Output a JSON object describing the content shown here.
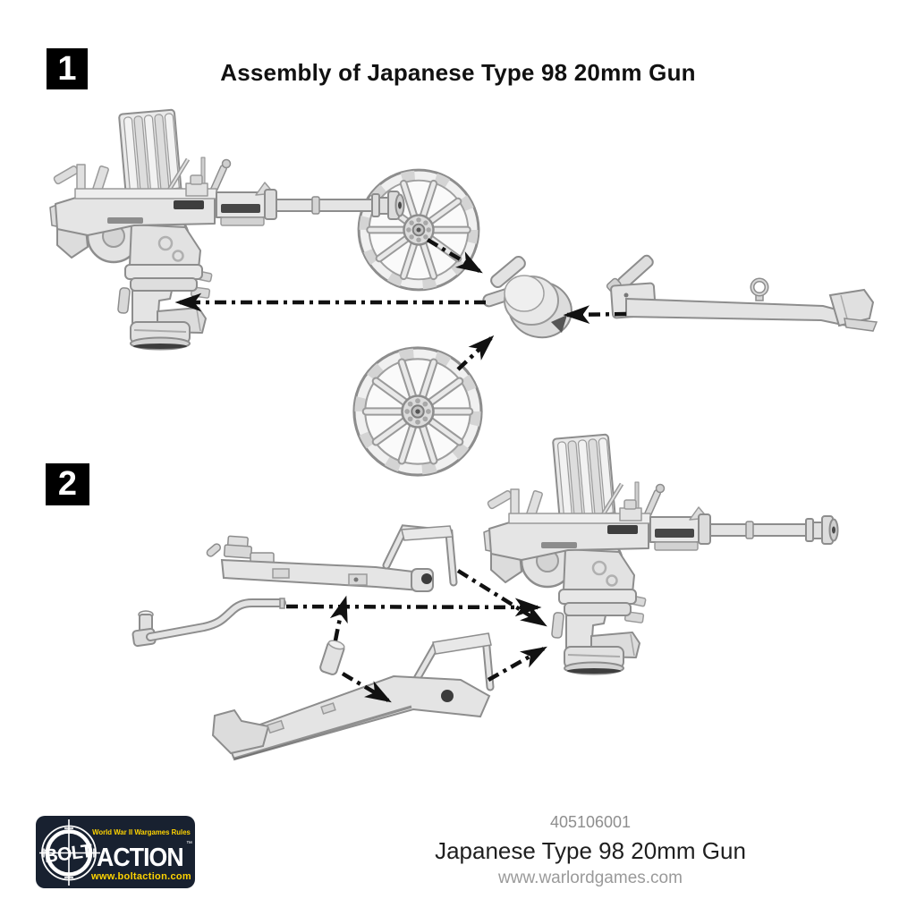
{
  "title": "Assembly of Japanese Type 98 20mm Gun",
  "steps": [
    {
      "number": "1",
      "parts": [
        "gun-with-pedestal-mount",
        "carriage-wheel-upper",
        "axle-hub",
        "trail-leg",
        "carriage-wheel-lower"
      ]
    },
    {
      "number": "2",
      "parts": [
        "trail-leg-upper",
        "crank-handle",
        "axle-pin",
        "trail-leg-lower",
        "assembled-gun"
      ]
    }
  ],
  "footer": {
    "product_code": "405106001",
    "product_name": "Japanese Type 98 20mm Gun",
    "website": "www.warlordgames.com"
  },
  "logo": {
    "tagline": "World War II Wargames Rules",
    "bolt": "BOLT",
    "action": "ACTION",
    "trademark": "™",
    "url": "www.boltaction.com",
    "bg_color": "#182130",
    "accent_yellow": "#fed300",
    "text_white": "#ffffff"
  },
  "colors": {
    "page_bg": "#ffffff",
    "title_text": "#111111",
    "step_badge_bg": "#000000",
    "step_badge_text": "#ffffff",
    "metal_base": "#e6e6e6",
    "metal_shade": "#cfcfcf",
    "metal_outline": "#8d8d8d",
    "arrow": "#111111",
    "muted_text": "#949494"
  }
}
